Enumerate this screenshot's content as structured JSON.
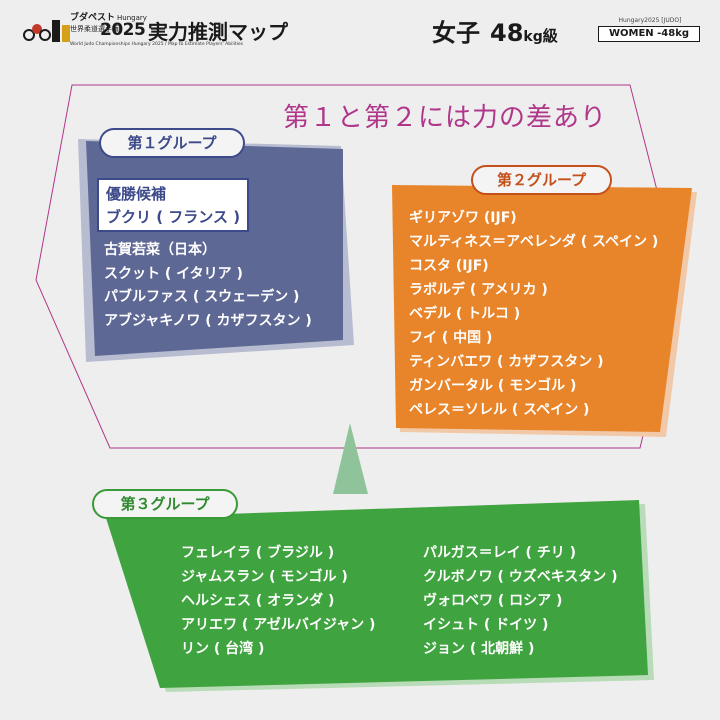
{
  "header": {
    "logo_jp": "ブダペスト",
    "logo_hungary": "Hungary",
    "logo_jp_line2": "世界柔道選手権",
    "logo_year": "2025",
    "logo_sub": "World Judo Championships Hungary 2025 / Map to Estimate Players' Abilities",
    "title": "実力推測マップ",
    "category_women": "女子",
    "category_weight_number": "48",
    "category_weight_unit": "kg",
    "category_weight_suffix": "級",
    "badge_top": "Hungary2025 [JUDO]",
    "badge": "WOMEN -48kg"
  },
  "comment": "第１と第２には力の差あり",
  "group1": {
    "title": "第１グループ",
    "favorite_label": "優勝候補",
    "favorite_name": "ブクリ ( フランス )",
    "members": [
      "古賀若菜（日本）",
      "スクット ( イタリア )",
      "パブルファス ( スウェーデン )",
      "アブジャキノワ ( カザフスタン )"
    ]
  },
  "group2": {
    "title": "第２グループ",
    "members": [
      "ギリアゾワ (IJF)",
      "マルティネス＝アベレンダ ( スペイン )",
      "コスタ (IJF)",
      "ラボルデ ( アメリカ )",
      "ベデル ( トルコ )",
      "フイ ( 中国 )",
      "ティンバエワ ( カザフスタン )",
      "ガンバータル ( モンゴル )",
      "ペレス＝ソレル ( スペイン )"
    ]
  },
  "group3": {
    "title": "第３グループ",
    "members_left": [
      "フェレイラ ( ブラジル )",
      "ジャムスラン ( モンゴル )",
      "ヘルシェス ( オランダ )",
      "アリエワ ( アゼルバイジャン )",
      "リン ( 台湾 )"
    ],
    "members_right": [
      "パルガス＝レイ ( チリ )",
      "クルボノワ ( ウズベキスタン )",
      "ヴォロベワ ( ロシア )",
      "イシュト ( ドイツ )",
      "ジョン ( 北朝鮮 )"
    ]
  },
  "colors": {
    "group1": "#3d4a8a",
    "group2": "#e8852a",
    "group3": "#3fa33f",
    "comment": "#b0368a"
  }
}
